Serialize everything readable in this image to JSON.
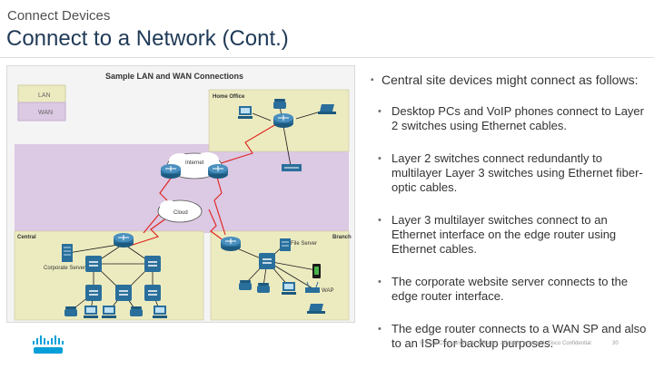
{
  "header": {
    "section": "Connect Devices",
    "title": "Connect to a Network (Cont.)"
  },
  "diagram": {
    "title": "Sample LAN and WAN Connections",
    "legend": [
      {
        "label": "LAN",
        "color": "#ecebc0"
      },
      {
        "label": "WAN",
        "color": "#dcc9e3"
      }
    ],
    "areas": {
      "home_office": "Home Office",
      "central": "Central",
      "branch": "Branch"
    },
    "clouds": {
      "internet": "Internet",
      "cloud": "Cloud"
    },
    "devices": {
      "corporate_server": "Corporate Server",
      "file_server": "File Server",
      "wap": "WAP"
    },
    "colors": {
      "wan_bg": "#dcc9e3",
      "lan_bg": "#ecebc0",
      "ethernet": "#1a1a1a",
      "serial": "#e0201b",
      "device": "#2a6f9b"
    }
  },
  "content": {
    "intro": "Central site devices might connect as follows:",
    "bullets": [
      "Desktop PCs and VoIP phones connect to Layer 2 switches using Ethernet cables.",
      "Layer 2 switches connect redundantly to multilayer Layer 3 switches using Ethernet fiber-optic cables.",
      "Layer 3 multilayer switches connect to an Ethernet interface on the edge router using Ethernet cables.",
      "The corporate website server connects to the edge router interface.",
      "The edge router connects to a WAN SP and also to an ISP for backup purposes."
    ]
  },
  "footer": {
    "copyright": "© 2016 Cisco and/or its affiliates. All rights reserved. Cisco Confidential",
    "page": "30",
    "logo_color": "#049fd9"
  }
}
